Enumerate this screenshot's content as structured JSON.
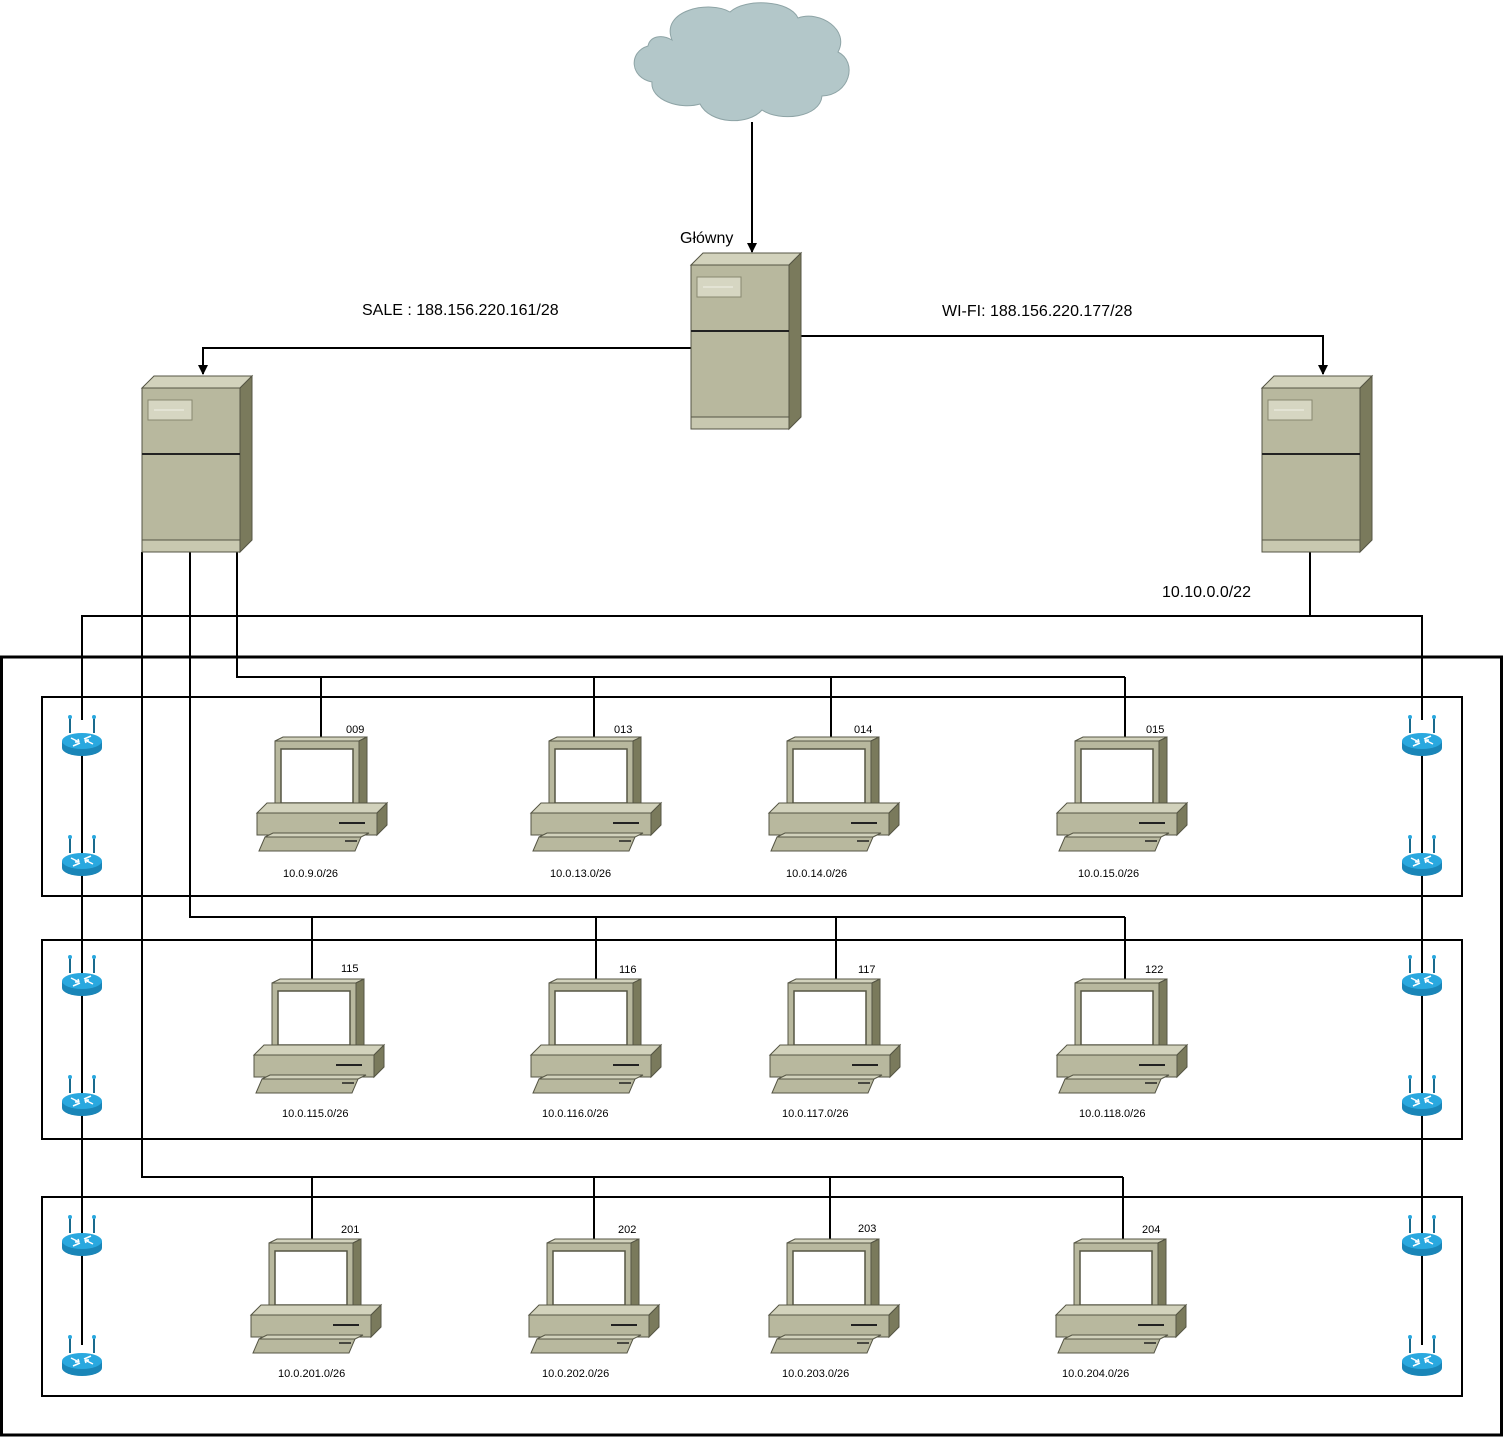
{
  "labels": {
    "main_server": "Główny",
    "sale_link": "SALE : 188.156.220.161/28",
    "wifi_link": "WI-FI: 188.156.220.177/28",
    "wifi_network": "10.10.0.0/22"
  },
  "floors": [
    {
      "rooms": [
        {
          "room": "009",
          "subnet": "10.0.9.0/26"
        },
        {
          "room": "013",
          "subnet": "10.0.13.0/26"
        },
        {
          "room": "014",
          "subnet": "10.0.14.0/26"
        },
        {
          "room": "015",
          "subnet": "10.0.15.0/26"
        }
      ]
    },
    {
      "rooms": [
        {
          "room": "115",
          "subnet": "10.0.115.0/26"
        },
        {
          "room": "116",
          "subnet": "10.0.116.0/26"
        },
        {
          "room": "117",
          "subnet": "10.0.117.0/26"
        },
        {
          "room": "122",
          "subnet": "10.0.118.0/26"
        }
      ]
    },
    {
      "rooms": [
        {
          "room": "201",
          "subnet": "10.0.201.0/26"
        },
        {
          "room": "202",
          "subnet": "10.0.202.0/26"
        },
        {
          "room": "203",
          "subnet": "10.0.203.0/26"
        },
        {
          "room": "204",
          "subnet": "10.0.204.0/26"
        }
      ]
    }
  ],
  "colors": {
    "server_face": "#b8b89e",
    "server_side": "#7a7a5c",
    "server_top": "#d2d2bc",
    "cloud": "#b3c7c9",
    "router": "#29a8df",
    "computer": "#b8b89e",
    "wire": "#000000"
  },
  "icons": {
    "cloud": "cloud-icon",
    "server": "server-icon",
    "computer": "computer-icon",
    "router": "wireless-router-icon"
  }
}
